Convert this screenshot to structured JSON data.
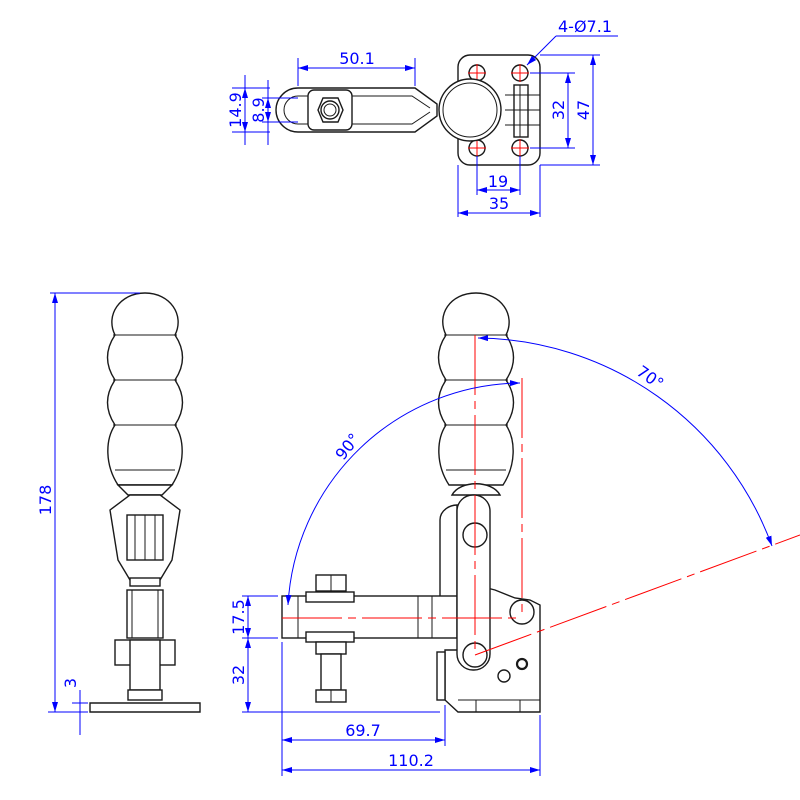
{
  "top_view": {
    "dim_arm_length": "50.1",
    "dim_outer_width": "14.9",
    "dim_inner_width": "8.9",
    "dim_hole_spacing_v": "32",
    "dim_base_height": "47",
    "dim_hole_spacing_h": "19",
    "dim_base_width": "35",
    "dim_holes": "4-Ø7.1"
  },
  "front_view": {
    "dim_total_height": "178",
    "dim_base_thickness": "3"
  },
  "side_view": {
    "angle_open": "90°",
    "angle_handle": "70°",
    "dim_arm_height": "17.5",
    "dim_arm_elevation": "32",
    "dim_spindle_reach": "69.7",
    "dim_total_length": "110.2"
  },
  "colors": {
    "dimension": "#0000ff",
    "centerline": "#ff0000",
    "outline": "#1a1a1a"
  }
}
